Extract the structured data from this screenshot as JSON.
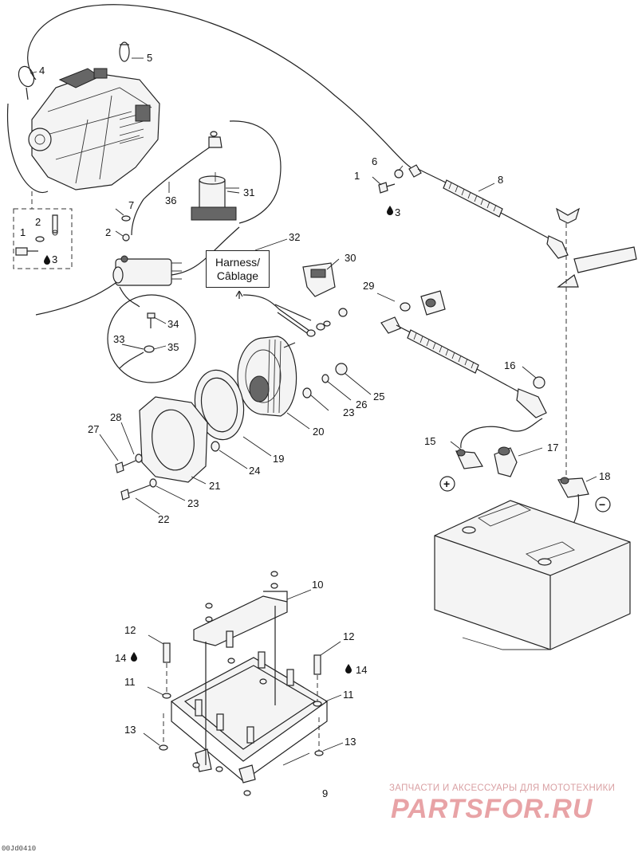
{
  "callout": {
    "line1": "Harness/",
    "line2": "Câblage"
  },
  "watermark": {
    "tagline": "ЗАПЧАСТИ И АКСЕССУАРЫ ДЛЯ МОТОТЕХНИКИ",
    "logo": "PARTSFOR.RU"
  },
  "figure_code": "00Jd0410",
  "symbols": {
    "plus": "+",
    "minus": "−"
  },
  "labels": [
    {
      "id": "l1a",
      "text": "1"
    },
    {
      "id": "l2a",
      "text": "2"
    },
    {
      "id": "l3a",
      "text": "3"
    },
    {
      "id": "l1b",
      "text": "1"
    },
    {
      "id": "l2b",
      "text": "2"
    },
    {
      "id": "l3b",
      "text": "3"
    },
    {
      "id": "l4",
      "text": "4"
    },
    {
      "id": "l5",
      "text": "5"
    },
    {
      "id": "l6",
      "text": "6"
    },
    {
      "id": "l7",
      "text": "7"
    },
    {
      "id": "l8",
      "text": "8"
    },
    {
      "id": "l9",
      "text": "9"
    },
    {
      "id": "l10",
      "text": "10"
    },
    {
      "id": "l11a",
      "text": "11"
    },
    {
      "id": "l11b",
      "text": "11"
    },
    {
      "id": "l12a",
      "text": "12"
    },
    {
      "id": "l12b",
      "text": "12"
    },
    {
      "id": "l13a",
      "text": "13"
    },
    {
      "id": "l13b",
      "text": "13"
    },
    {
      "id": "l14a",
      "text": "14"
    },
    {
      "id": "l14b",
      "text": "14"
    },
    {
      "id": "l15",
      "text": "15"
    },
    {
      "id": "l16",
      "text": "16"
    },
    {
      "id": "l17",
      "text": "17"
    },
    {
      "id": "l18",
      "text": "18"
    },
    {
      "id": "l19",
      "text": "19"
    },
    {
      "id": "l20",
      "text": "20"
    },
    {
      "id": "l21",
      "text": "21"
    },
    {
      "id": "l22",
      "text": "22"
    },
    {
      "id": "l23a",
      "text": "23"
    },
    {
      "id": "l23b",
      "text": "23"
    },
    {
      "id": "l24",
      "text": "24"
    },
    {
      "id": "l25",
      "text": "25"
    },
    {
      "id": "l26",
      "text": "26"
    },
    {
      "id": "l27",
      "text": "27"
    },
    {
      "id": "l28",
      "text": "28"
    },
    {
      "id": "l29",
      "text": "29"
    },
    {
      "id": "l30",
      "text": "30"
    },
    {
      "id": "l31",
      "text": "31"
    },
    {
      "id": "l32",
      "text": "32"
    },
    {
      "id": "l33",
      "text": "33"
    },
    {
      "id": "l34",
      "text": "34"
    },
    {
      "id": "l35",
      "text": "35"
    },
    {
      "id": "l36",
      "text": "36"
    }
  ]
}
